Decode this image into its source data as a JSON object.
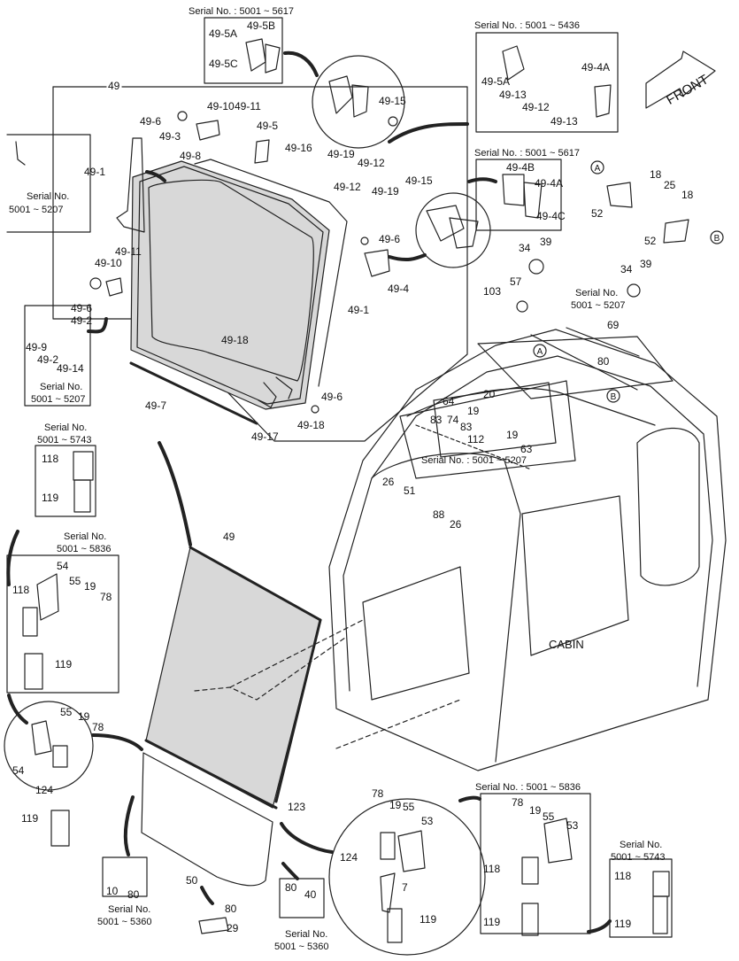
{
  "front_label": "FRONT",
  "cabin_label": "CABIN",
  "ref_a": "A",
  "ref_b": "B",
  "serials": {
    "s5617_top": "Serial No. : 5001 ~ 5617",
    "s5436": "Serial No. : 5001 ~ 5436",
    "s5617_mid": "Serial No. : 5001 ~ 5617",
    "s5207_a_1": "Serial No.",
    "s5207_a_2": "5001 ~ 5207",
    "s5207_b_1": "Serial No.",
    "s5207_b_2": "5001 ~ 5207",
    "s5207_c_1": "Serial No.",
    "s5207_c_2": "5001 ~ 5207",
    "s5207_d": "Serial No. : 5001 ~ 5207",
    "s5743_a_1": "Serial No.",
    "s5743_a_2": "5001 ~ 5743",
    "s5836_a_1": "Serial No.",
    "s5836_a_2": "5001 ~ 5836",
    "s5836_b": "Serial No. : 5001 ~ 5836",
    "s5743_b_1": "Serial No.",
    "s5743_b_2": "5001 ~ 5743",
    "s5360_a_1": "Serial No.",
    "s5360_a_2": "5001 ~ 5360",
    "s5360_b_1": "Serial No.",
    "s5360_b_2": "5001 ~ 5360"
  },
  "part_labels": [
    "49-5A",
    "49-5B",
    "49-5C",
    "49",
    "49-10",
    "49-11",
    "49-6",
    "49-3",
    "49-5",
    "49-15",
    "49-16",
    "49-19",
    "49-12",
    "49-5A",
    "49-13",
    "49-12",
    "49-13",
    "49-4A",
    "49-8",
    "49-1",
    "49-4B",
    "49-4A",
    "49-4C",
    "49-12",
    "49-19",
    "49-15",
    "49-6",
    "49-4",
    "49-11",
    "49-10",
    "49-6",
    "49-2",
    "49-1",
    "49-9",
    "49-2",
    "49-14",
    "49-18",
    "49-7",
    "49-17",
    "49-18",
    "49-6",
    "18",
    "25",
    "18",
    "52",
    "52",
    "34",
    "39",
    "57",
    "103",
    "34",
    "39",
    "69",
    "80",
    "64",
    "19",
    "20",
    "19",
    "83",
    "74",
    "83",
    "112",
    "63",
    "26",
    "51",
    "88",
    "26",
    "118",
    "119",
    "54",
    "55",
    "19",
    "78",
    "118",
    "119",
    "49",
    "55",
    "19",
    "78",
    "54",
    "124",
    "119",
    "123",
    "50",
    "10",
    "80",
    "80",
    "29",
    "80",
    "40",
    "78",
    "19",
    "55",
    "53",
    "124",
    "7",
    "119",
    "78",
    "19",
    "55",
    "53",
    "118",
    "119",
    "118",
    "119"
  ]
}
